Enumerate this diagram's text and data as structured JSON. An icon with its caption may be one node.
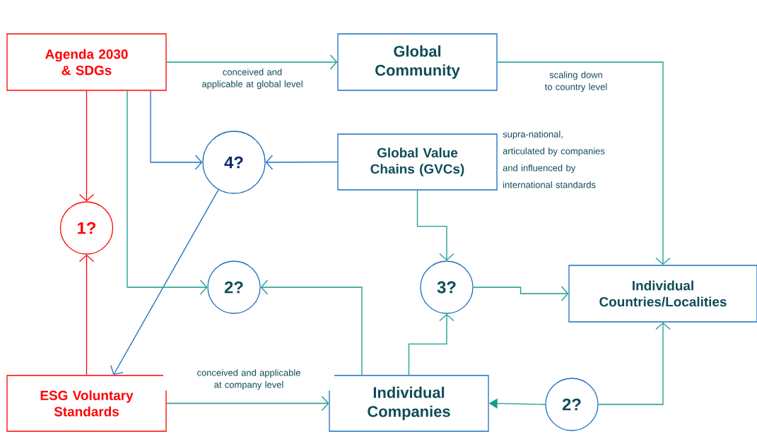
{
  "diagram": {
    "nodes": [
      {
        "text": [
          "Agenda 2030 & SDGs"
        ]
      },
      {
        "text": [
          "Global Community"
        ]
      },
      {
        "text": [
          "Global Value Chains (GVCs)"
        ],
        "beside": [
          "supra-national, articulated by companies and influenced by international standards"
        ]
      },
      {
        "text": [
          "4?"
        ]
      },
      {
        "text": [
          "1?"
        ]
      },
      {
        "text": [
          "2?"
        ]
      },
      {
        "text": [
          "3?"
        ]
      },
      {
        "text": [
          "Individual Countries/Localities"
        ]
      },
      {
        "text": [
          "ESG Voluntary Standards"
        ]
      },
      {
        "text": [
          "Individual Companies"
        ]
      },
      {
        "text": [
          "2?"
        ]
      }
    ],
    "edges": [
      {
        "from": 0,
        "to": 1,
        "arrow": "to",
        "label": "conceived and applicable at global level"
      },
      {
        "from": 1,
        "to": 7,
        "arrow": "to",
        "label": "scaling down to country level"
      },
      {
        "from": 0,
        "to": 3,
        "arrow": "to",
        "color": "#1a6fc1"
      },
      {
        "from": 2,
        "to": 3,
        "arrow": "to",
        "color": "#1a6fc1"
      },
      {
        "from": 3,
        "to": 8,
        "arrow": "to",
        "color": "#1a6fc1"
      },
      {
        "from": 0,
        "to": 4,
        "arrow": "to",
        "color": "#ff0000"
      },
      {
        "from": 8,
        "to": 4,
        "arrow": "to",
        "color": "#ff0000"
      },
      {
        "from": 0,
        "to": 5,
        "arrow": "to"
      },
      {
        "from": 9,
        "to": 5,
        "arrow": "to"
      },
      {
        "from": 2,
        "to": 6,
        "arrow": "to"
      },
      {
        "from": 6,
        "to": 7,
        "arrow": "to"
      },
      {
        "from": 9,
        "to": 6,
        "arrow": "to"
      },
      {
        "from": 8,
        "to": 9,
        "arrow": "to",
        "label": "conceived and applicable at company level"
      },
      {
        "from": 10,
        "to": 9,
        "arrow": "to"
      },
      {
        "from": 10,
        "to": 7,
        "arrow": "to"
      }
    ]
  }
}
